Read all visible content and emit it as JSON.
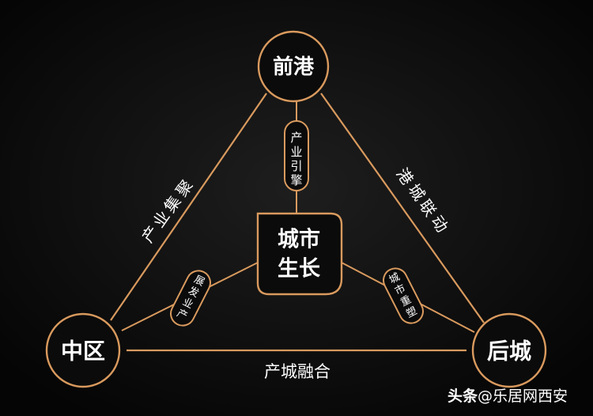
{
  "colors": {
    "background": "#070707",
    "line": "#d99a5e",
    "node_fill": "#0b0b0b",
    "text": "#ffffff"
  },
  "nodes": {
    "top": "前港",
    "left": "中区",
    "right": "后城",
    "center": [
      "城市",
      "生长"
    ]
  },
  "edges": {
    "left": "产业集聚",
    "right": "港城联动",
    "bottom": "产城融合"
  },
  "pills": {
    "top": "产业引擎",
    "left": "产业发展",
    "right": "城市重塑"
  },
  "watermark": {
    "brand": "头条",
    "handle": "@乐居网西安"
  }
}
